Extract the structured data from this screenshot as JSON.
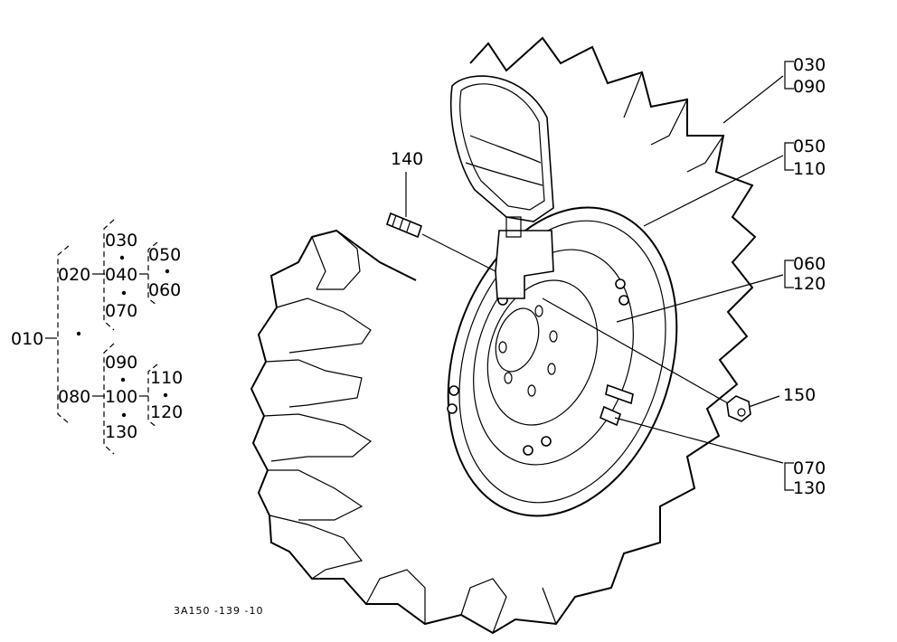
{
  "drawing_id": "3A150 -139 -10",
  "tree": {
    "root": "010",
    "n020": "020",
    "n080": "080",
    "n030": "030",
    "n040": "040",
    "n070": "070",
    "n050": "050",
    "n060": "060",
    "n090": "090",
    "n100": "100",
    "n130": "130",
    "n110": "110",
    "n120": "120"
  },
  "callouts": {
    "c030": "030",
    "c090": "090",
    "c050": "050",
    "c110": "110",
    "c060": "060",
    "c120": "120",
    "c070": "070",
    "c130": "130",
    "c140": "140",
    "c150": "150"
  }
}
